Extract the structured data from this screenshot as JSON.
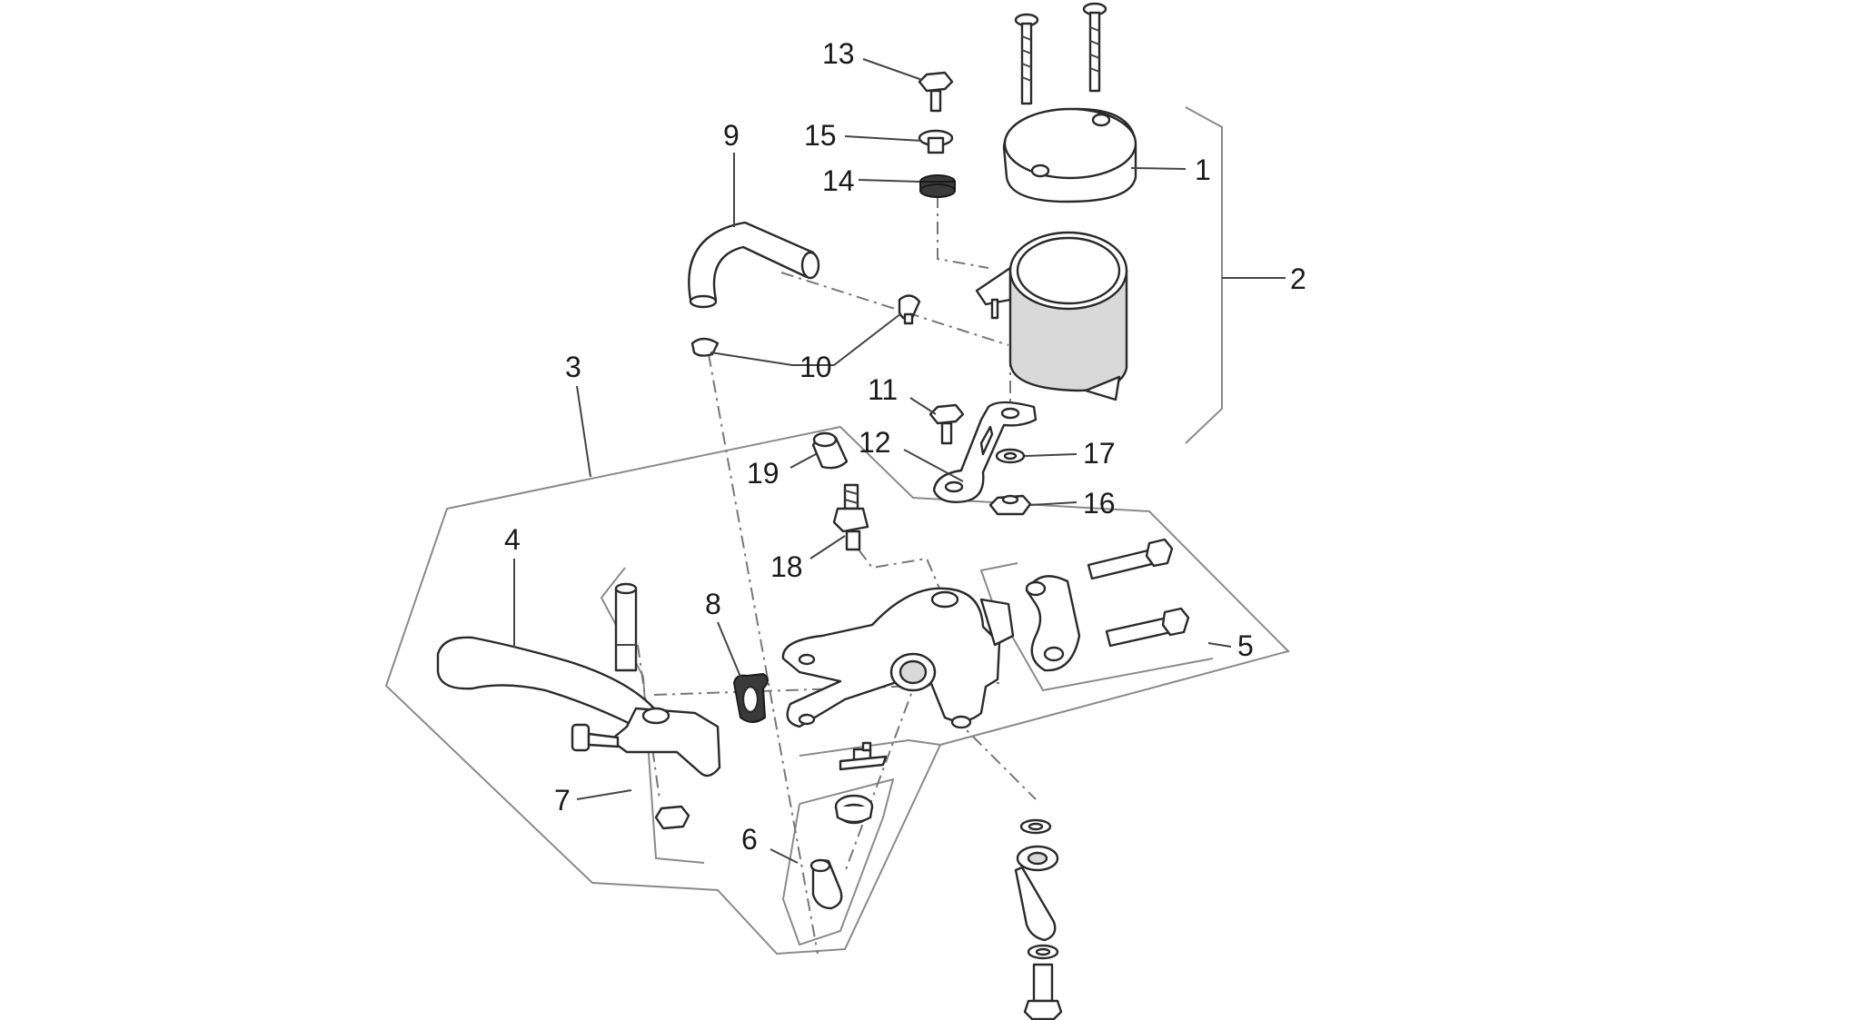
{
  "callouts": [
    {
      "id": "1",
      "label": "1"
    },
    {
      "id": "2",
      "label": "2"
    },
    {
      "id": "3",
      "label": "3"
    },
    {
      "id": "4",
      "label": "4"
    },
    {
      "id": "5",
      "label": "5"
    },
    {
      "id": "6",
      "label": "6"
    },
    {
      "id": "7",
      "label": "7"
    },
    {
      "id": "8",
      "label": "8"
    },
    {
      "id": "9",
      "label": "9"
    },
    {
      "id": "10",
      "label": "10"
    },
    {
      "id": "11",
      "label": "11"
    },
    {
      "id": "12",
      "label": "12"
    },
    {
      "id": "13",
      "label": "13"
    },
    {
      "id": "14",
      "label": "14"
    },
    {
      "id": "15",
      "label": "15"
    },
    {
      "id": "16",
      "label": "16"
    },
    {
      "id": "17",
      "label": "17"
    },
    {
      "id": "18",
      "label": "18"
    },
    {
      "id": "19",
      "label": "19"
    }
  ],
  "colors": {
    "line": "#2a2a2a",
    "group_outline": "#8a8a8a",
    "shade": "#d9d9d9",
    "background": "#ffffff"
  }
}
